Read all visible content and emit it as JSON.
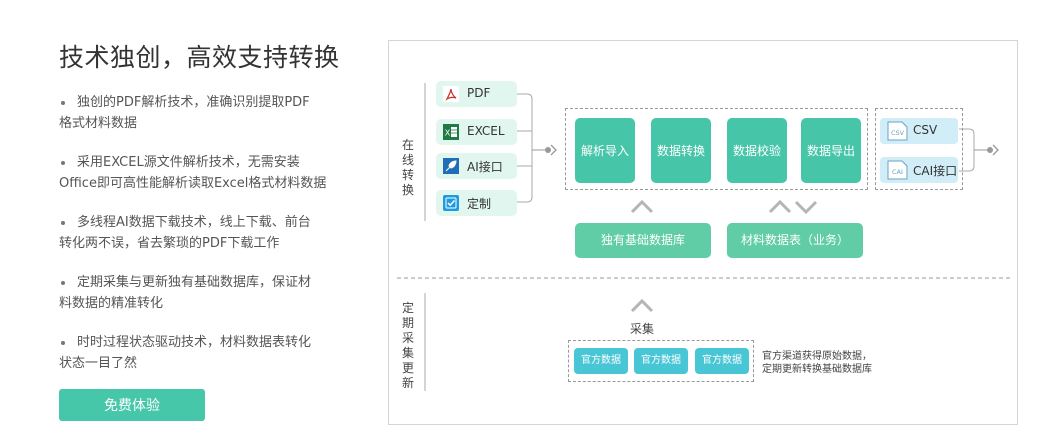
{
  "headline": "技术独创，高效支持转换",
  "features": [
    [
      "独创的PDF解析技术，准确识别提取PDF",
      "格式材料数据"
    ],
    [
      "采用EXCEL源文件解析技术，无需安装",
      "Office即可高性能解析读取Excel格式材料数据"
    ],
    [
      "多线程AI数据下载技术，线上下载、前台",
      "转化两不误，省去繁琐的PDF下载工作"
    ],
    [
      "定期采集与更新独有基础数据库，保证材",
      "料数据的精准转化"
    ],
    [
      "时时过程状态驱动技术，材料数据表转化",
      "状态一目了然"
    ]
  ],
  "cta_label": "免费体验",
  "diagram": {
    "online_label": "在线转换",
    "periodic_label": "定期采集更新",
    "inputs": {
      "pdf": "PDF",
      "excel": "EXCEL",
      "ai": "AI接口",
      "custom": "定制"
    },
    "process": {
      "parse": [
        "解析",
        "导入"
      ],
      "convert": [
        "数据",
        "转换"
      ],
      "verify": [
        "数据",
        "校验"
      ],
      "export": [
        "数据",
        "导出"
      ]
    },
    "outputs": {
      "csv": "CSV",
      "cai": "CAI接口"
    },
    "output_icon_text": {
      "csv": "CSV",
      "cai": "CAI"
    },
    "excel_icon_text": "X",
    "databases": {
      "basic": "独有基础数据库",
      "material": "材料数据表（业务）"
    },
    "collect_label": "采集",
    "sources": [
      "官方数据",
      "官方数据",
      "官方数据"
    ],
    "source_note": [
      "官方渠道获得原始数据，",
      "定期更新转换基础数据库"
    ]
  },
  "colors": {
    "primary": "#47c5a9",
    "cta": "#47c7a9",
    "input_bg": "#e0f6ee",
    "output_bg": "#d1edf7",
    "source": "#49c6d6",
    "pdf_red": "#c8352a",
    "excel_green": "#1f7a44",
    "ai_blue": "#1e6fb8",
    "custom_blue": "#1e9be0"
  }
}
